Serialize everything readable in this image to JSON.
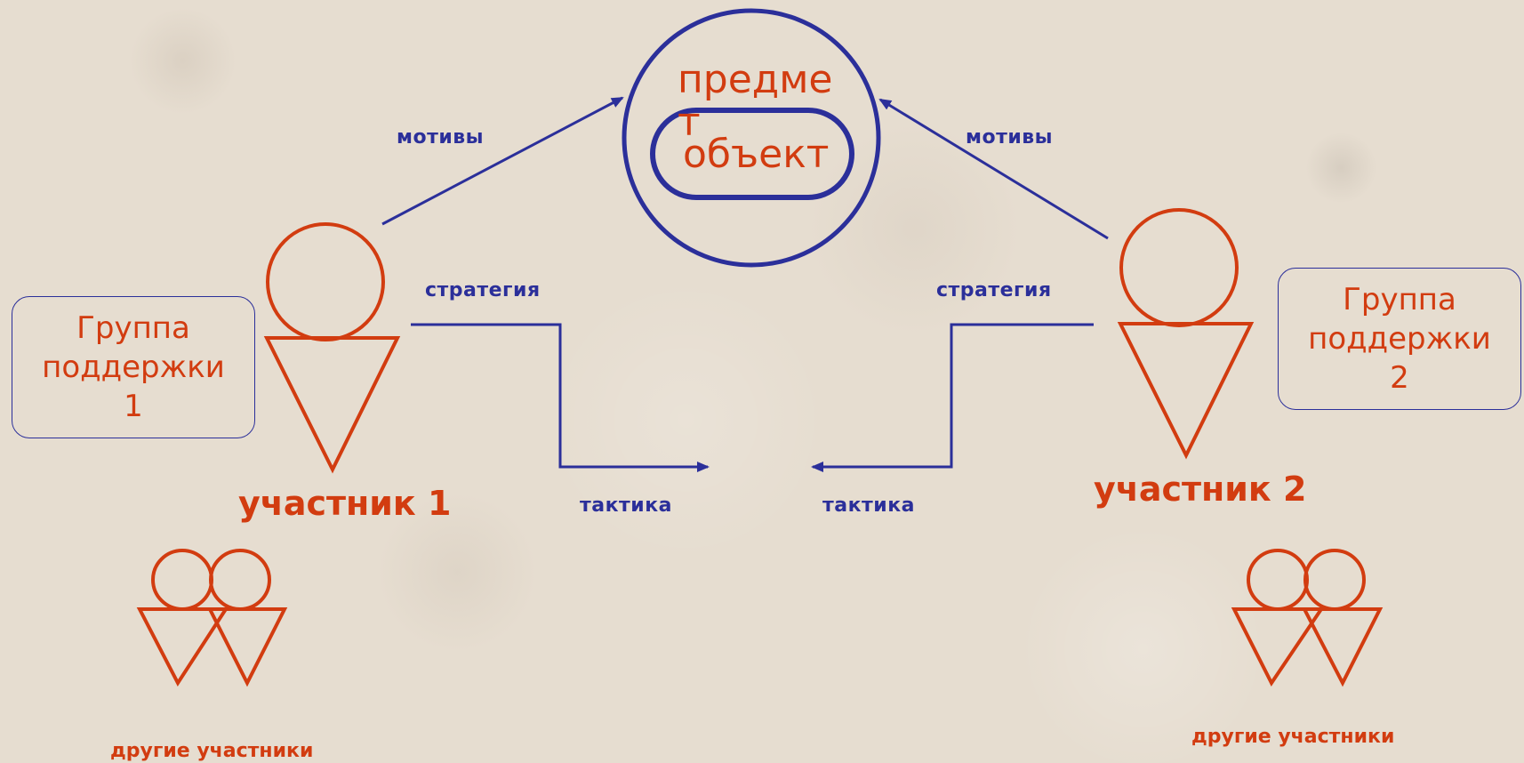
{
  "center": {
    "top_text": "предме",
    "wrapped_char": "т",
    "inner_text": "объект"
  },
  "edges": {
    "motives_left": "мотивы",
    "motives_right": "мотивы",
    "strategy_left": "стратегия",
    "strategy_right": "стратегия",
    "tactics_left": "тактика",
    "tactics_right": "тактика"
  },
  "participants": {
    "p1": "участник 1",
    "p2": "участник 2"
  },
  "groups": {
    "g1": {
      "line1": "Группа",
      "line2": "поддержки",
      "line3": "1"
    },
    "g2": {
      "line1": "Группа",
      "line2": "поддержки",
      "line3": "2"
    }
  },
  "others": {
    "left": "другие участники",
    "right": "другие участники"
  },
  "colors": {
    "blue": "#2b2f9a",
    "orange": "#d23c10",
    "background": "#e6ddd0"
  }
}
